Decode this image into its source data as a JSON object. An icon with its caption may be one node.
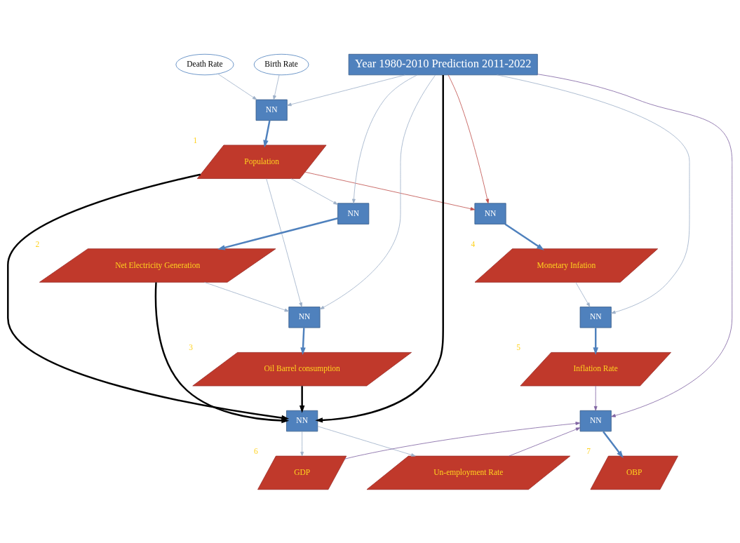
{
  "diagram": {
    "nodes": [
      {
        "text": [
          "Birth Rate"
        ]
      },
      {
        "text": [
          "Death Rate"
        ]
      },
      {
        "text": [
          "NN"
        ]
      },
      {
        "text": [
          "Population"
        ],
        "beside": [
          "1"
        ]
      },
      {
        "text": [
          "NN"
        ]
      },
      {
        "text": [
          "Monetary Infation"
        ],
        "beside": [
          "4"
        ]
      },
      {
        "text": [
          "Year 1980-2010 Prediction 2011-2022"
        ]
      },
      {
        "text": [
          "NN"
        ]
      },
      {
        "text": [
          "Inflation Rate"
        ],
        "beside": [
          "5"
        ]
      },
      {
        "text": [
          "NN"
        ]
      },
      {
        "text": [
          "Net Electricity Generation"
        ],
        "beside": [
          "2"
        ]
      },
      {
        "text": [
          "NN"
        ]
      },
      {
        "text": [
          "NN"
        ]
      },
      {
        "text": [
          "Oil Barrel consumption"
        ],
        "beside": [
          "3"
        ]
      },
      {
        "text": [
          "NN"
        ]
      },
      {
        "text": [
          "OBP"
        ],
        "beside": [
          "7"
        ]
      },
      {
        "text": [
          "GDP"
        ],
        "beside": [
          "6"
        ]
      },
      {
        "text": [
          "Un-employment Rate"
        ]
      }
    ],
    "edges": [
      {
        "from": 0,
        "to": 2,
        "arrow": "to"
      },
      {
        "from": 1,
        "to": 2,
        "arrow": "to"
      },
      {
        "from": 6,
        "to": 2,
        "arrow": "to"
      },
      {
        "from": 2,
        "to": 3,
        "arrow": "to",
        "style": "thick",
        "color": "#4f81bd"
      },
      {
        "from": 6,
        "to": 4,
        "arrow": "to",
        "color": "#c0504d"
      },
      {
        "from": 3,
        "to": 4,
        "arrow": "to",
        "color": "#c0504d"
      },
      {
        "from": 4,
        "to": 5,
        "arrow": "to",
        "style": "thick",
        "color": "#4f81bd"
      },
      {
        "from": 5,
        "to": 7,
        "arrow": "to"
      },
      {
        "from": 6,
        "to": 7,
        "arrow": "to"
      },
      {
        "from": 7,
        "to": 8,
        "arrow": "to",
        "style": "thick",
        "color": "#4f81bd"
      },
      {
        "from": 6,
        "to": 9,
        "arrow": "to"
      },
      {
        "from": 3,
        "to": 9,
        "arrow": "to"
      },
      {
        "from": 9,
        "to": 10,
        "arrow": "to",
        "style": "thick",
        "color": "#4f81bd"
      },
      {
        "from": 6,
        "to": 11,
        "arrow": "to",
        "style": "thick",
        "color": "#000000"
      },
      {
        "from": 3,
        "to": 11,
        "arrow": "to",
        "style": "thick",
        "color": "#000000"
      },
      {
        "from": 10,
        "to": 11,
        "arrow": "to",
        "style": "thick",
        "color": "#000000"
      },
      {
        "from": 13,
        "to": 11,
        "arrow": "to",
        "style": "thick",
        "color": "#000000"
      },
      {
        "from": 6,
        "to": 12,
        "arrow": "to"
      },
      {
        "from": 3,
        "to": 12,
        "arrow": "to"
      },
      {
        "from": 10,
        "to": 12,
        "arrow": "to"
      },
      {
        "from": 12,
        "to": 13,
        "arrow": "to",
        "style": "thick",
        "color": "#4f81bd"
      },
      {
        "from": 11,
        "to": 16,
        "arrow": "to"
      },
      {
        "from": 11,
        "to": 17,
        "arrow": "to"
      },
      {
        "from": 6,
        "to": 14,
        "arrow": "to",
        "color": "#8064a2"
      },
      {
        "from": 8,
        "to": 14,
        "arrow": "to",
        "color": "#8064a2"
      },
      {
        "from": 16,
        "to": 14,
        "arrow": "to",
        "color": "#8064a2"
      },
      {
        "from": 17,
        "to": 14,
        "arrow": "to",
        "color": "#8064a2"
      },
      {
        "from": 14,
        "to": 15,
        "arrow": "to",
        "style": "thick",
        "color": "#4f81bd"
      }
    ]
  }
}
